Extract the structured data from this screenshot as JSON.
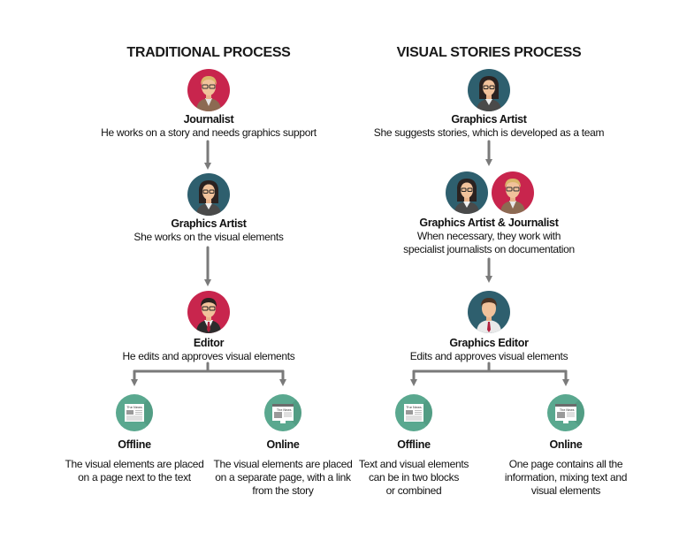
{
  "left": {
    "heading": "TRADITIONAL PROCESS",
    "journalist": {
      "title": "Journalist",
      "desc": "He works on a story and needs graphics support"
    },
    "artist": {
      "title": "Graphics Artist",
      "desc": "She works on the visual elements"
    },
    "editor": {
      "title": "Editor",
      "desc": "He edits and approves visual elements"
    },
    "offline": {
      "title": "Offline",
      "desc_1": "The visual elements are placed",
      "desc_2": "on a page next to the text"
    },
    "online": {
      "title": "Online",
      "desc_1": "The visual elements are placed",
      "desc_2": "on a separate page, with a link",
      "desc_3": "from the story"
    }
  },
  "right": {
    "heading": "VISUAL STORIES PROCESS",
    "artist": {
      "title": "Graphics Artist",
      "desc": "She suggests stories, which is developed as a team"
    },
    "team": {
      "title": "Graphics Artist & Journalist",
      "desc_1": "When necessary, they work with",
      "desc_2": "specialist journalists on documentation"
    },
    "editor": {
      "title": "Graphics Editor",
      "desc": "Edits and approves visual elements"
    },
    "offline": {
      "title": "Offline",
      "desc_1": "Text and visual elements",
      "desc_2": "can be in two blocks",
      "desc_3": "or combined"
    },
    "online": {
      "title": "Online",
      "desc_1": "One page contains all the",
      "desc_2": "information, mixing text and",
      "desc_3": "visual elements"
    }
  },
  "media_icon_text": "The News",
  "colors": {
    "crimson": "#c8254d",
    "teal_dark": "#2e5f6e",
    "media_green": "#5aa88f",
    "arrow": "#7a7a7a"
  }
}
